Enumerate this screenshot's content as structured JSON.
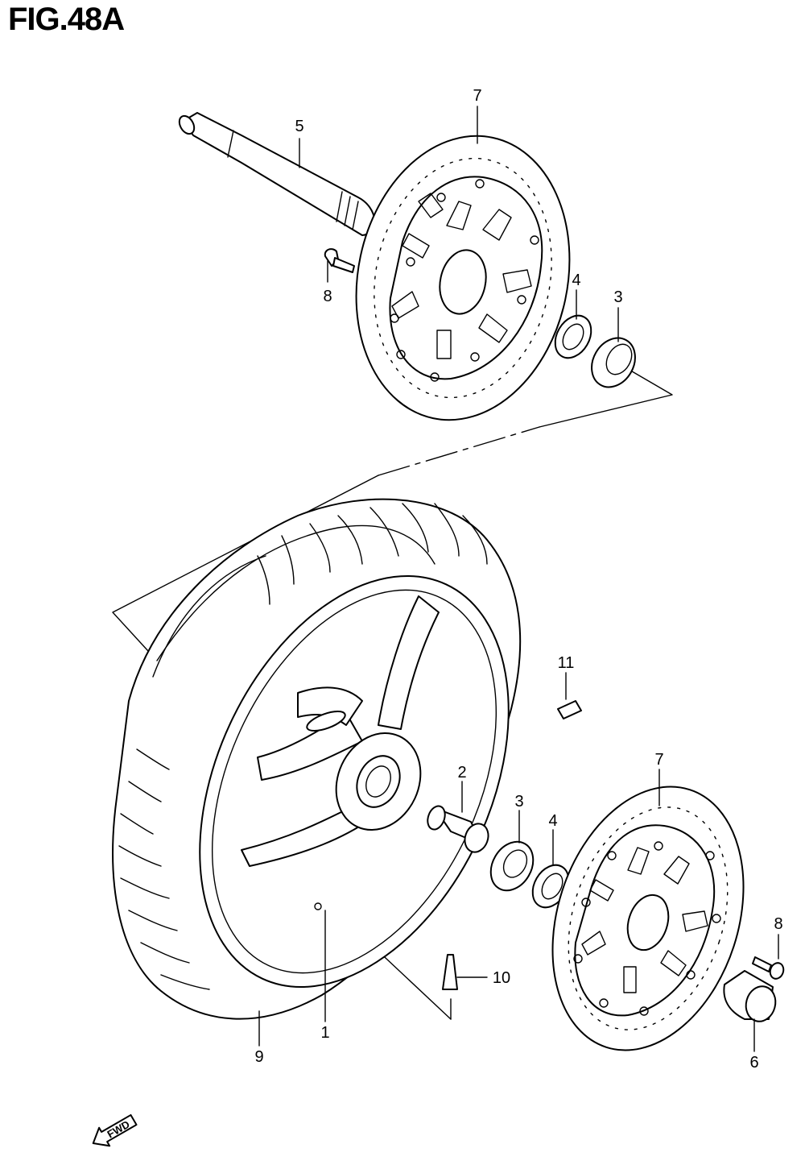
{
  "figure": {
    "title": "FIG.48A"
  },
  "callouts": {
    "c1": "1",
    "c2": "2",
    "c3a": "3",
    "c3b": "3",
    "c4a": "4",
    "c4b": "4",
    "c5": "5",
    "c6": "6",
    "c7a": "7",
    "c7b": "7",
    "c8a": "8",
    "c8b": "8",
    "c9": "9",
    "c10": "10",
    "c11": "11"
  },
  "direction_arrow": {
    "label": "FWD",
    "icon": "fwd-arrow-icon"
  }
}
